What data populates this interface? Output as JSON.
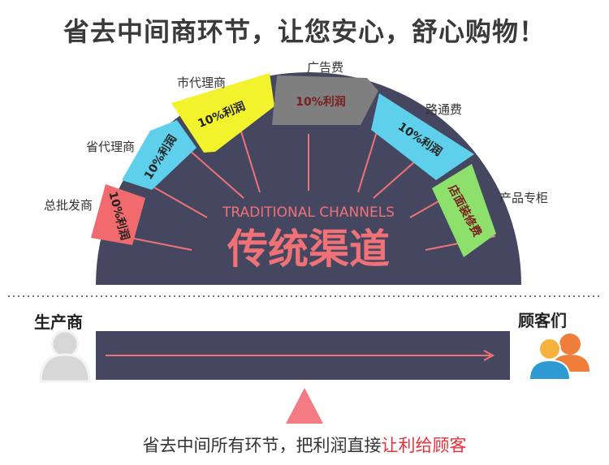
{
  "title": "省去中间商环节，让您安心，舒心购物！",
  "center": {
    "en": "TRADITIONAL CHANNELS",
    "cn": "传统渠道"
  },
  "segments": [
    {
      "label": "总批发商",
      "text": "10%利润",
      "color": "#f06a6e"
    },
    {
      "label": "省代理商",
      "text": "10%利润",
      "color": "#5fd0ec"
    },
    {
      "label": "市代理商",
      "text": "10%利润",
      "color": "#f2f32c"
    },
    {
      "label": "广告费",
      "text": "10%利润",
      "color": "#7f7f7f"
    },
    {
      "label": "路通费",
      "text": "10%利润",
      "color": "#5fd0ec"
    },
    {
      "label": "产品专柜",
      "text": "店面装修费",
      "color": "#8ee06c"
    }
  ],
  "maker": "生产商",
  "customers": "顾客们",
  "footer": {
    "prefix": "省去中间所有环节，把利润直接",
    "highlight": "让利给顾客"
  },
  "colors": {
    "dome": "#454761",
    "bar": "#454761",
    "accent": "#f07277",
    "triangle": "#f47b84"
  },
  "icons": [
    "user-gray-icon",
    "users-orange-blue-icon"
  ]
}
